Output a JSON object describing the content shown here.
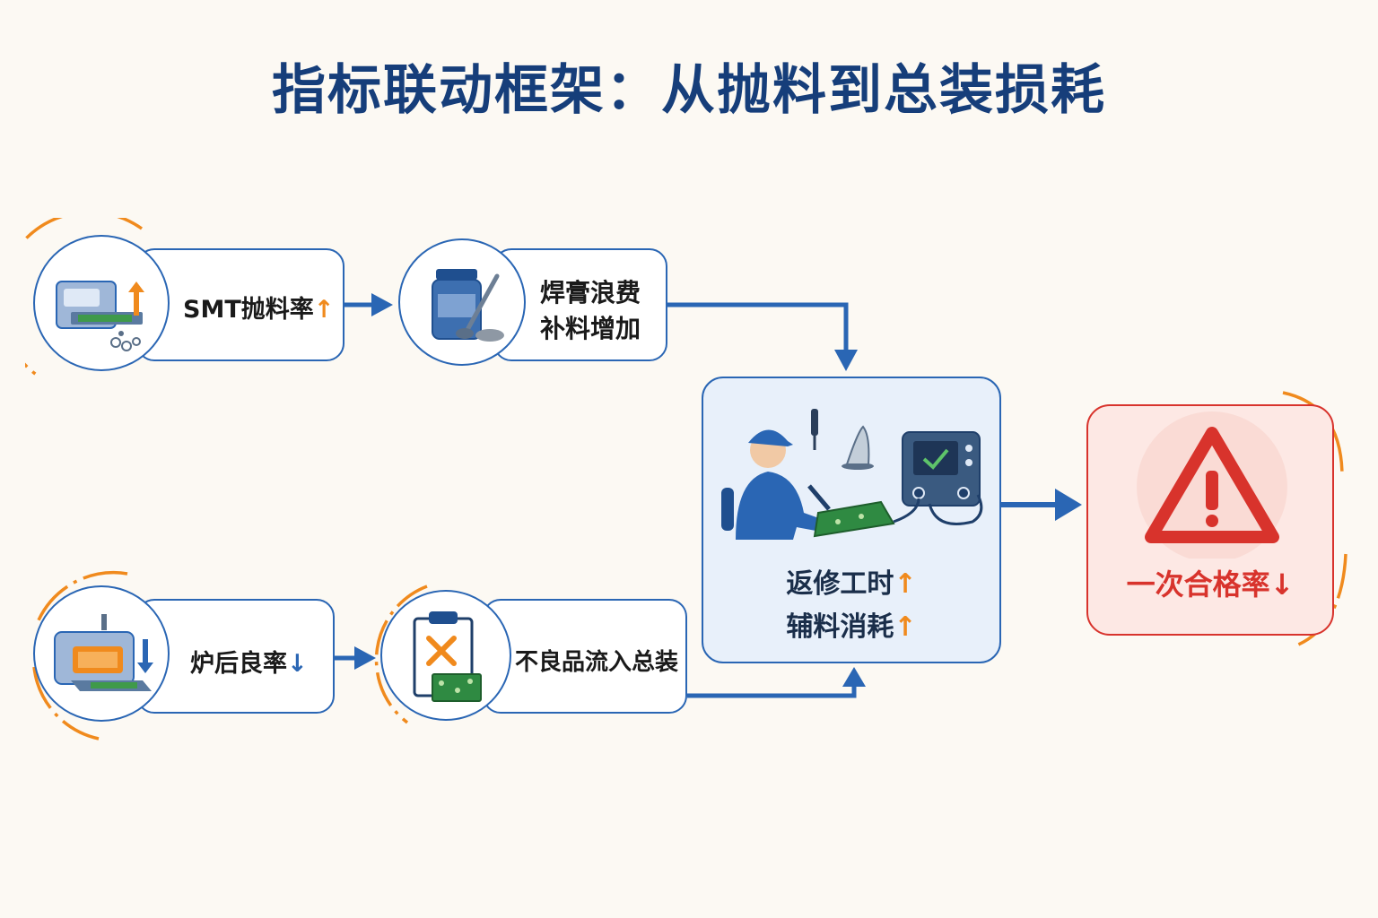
{
  "title": "指标联动框架：从抛料到总装损耗",
  "nodes": {
    "smt": {
      "label": "SMT抛料率",
      "arrow": "↑"
    },
    "paste": {
      "line1": "焊膏浪费",
      "line2": "补料增加"
    },
    "oven": {
      "label": "炉后良率",
      "arrow": "↓"
    },
    "defect": {
      "label": "不良品流入总装"
    },
    "rework": {
      "line1": "返修工时",
      "line1_arrow": "↑",
      "line2": "辅料消耗",
      "line2_arrow": "↑"
    },
    "result": {
      "label": "一次合格率",
      "arrow": "↓"
    }
  },
  "icons": {
    "smt": "smt-machine-icon",
    "paste": "solder-paste-jar-icon",
    "oven": "reflow-oven-icon",
    "defect": "rejected-board-clipboard-icon",
    "rework": "rework-technician-icon",
    "result": "warning-triangle-icon"
  },
  "colors": {
    "title": "#163e7a",
    "accent_blue": "#2a66b4",
    "accent_orange": "#f08a1d",
    "alert_red": "#d8332c",
    "background": "#fcf9f3"
  }
}
